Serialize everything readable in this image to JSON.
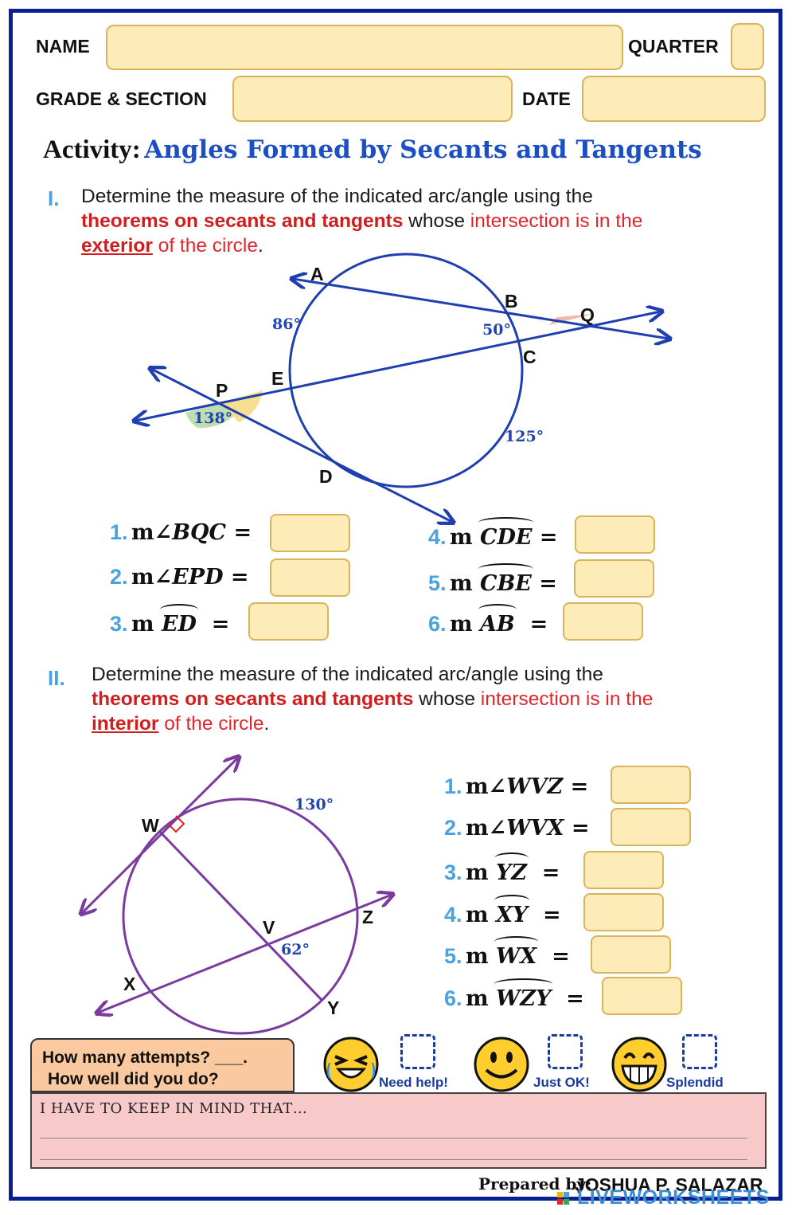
{
  "header": {
    "name_label": "NAME",
    "quarter_label": "QUARTER",
    "grade_label": "GRADE & SECTION",
    "date_label": "DATE"
  },
  "activity": {
    "prefix": "Activity:",
    "title": "Angles Formed by Secants and Tangents"
  },
  "part1": {
    "numeral": "I.",
    "line1": "Determine the measure of the indicated arc/angle using the",
    "theorems": "theorems on secants and tangents",
    "whose": " whose ",
    "where": "intersection is in the",
    "region": "exterior",
    "tail": " of the circle",
    "period": ".",
    "figure": {
      "points": [
        "A",
        "B",
        "Q",
        "C",
        "E",
        "P",
        "D"
      ],
      "measures": [
        "86°",
        "50°",
        "138°",
        "125°"
      ]
    },
    "questions": [
      {
        "num": "1.",
        "pre": "m∠",
        "var": "BQC",
        "eq": "=",
        "arc": false
      },
      {
        "num": "2.",
        "pre": "m∠",
        "var": "EPD",
        "eq": "=",
        "arc": false
      },
      {
        "num": "3.",
        "pre": "m",
        "var": "ED",
        "eq": "=",
        "arc": true
      },
      {
        "num": "4.",
        "pre": "m",
        "var": "CDE",
        "eq": "=",
        "arc": true
      },
      {
        "num": "5.",
        "pre": "m",
        "var": "CBE",
        "eq": "=",
        "arc": true
      },
      {
        "num": "6.",
        "pre": "m",
        "var": "AB",
        "eq": "=",
        "arc": true
      }
    ]
  },
  "part2": {
    "numeral": "II.",
    "line1": "Determine the measure of the indicated arc/angle using the",
    "theorems": "theorems on secants and tangents",
    "whose": " whose ",
    "where": "intersection is in the",
    "region": "interior",
    "tail": " of the circle",
    "period": ".",
    "figure": {
      "points": [
        "W",
        "V",
        "Z",
        "X",
        "Y"
      ],
      "measures": [
        "130°",
        "62°"
      ]
    },
    "questions": [
      {
        "num": "1.",
        "pre": "m∠",
        "var": "WVZ",
        "eq": "=",
        "arc": false
      },
      {
        "num": "2.",
        "pre": "m∠",
        "var": "WVX",
        "eq": "=",
        "arc": false
      },
      {
        "num": "3.",
        "pre": "m",
        "var": "YZ",
        "eq": "=",
        "arc": true
      },
      {
        "num": "4.",
        "pre": "m",
        "var": "XY",
        "eq": "=",
        "arc": true
      },
      {
        "num": "5.",
        "pre": "m",
        "var": "WX",
        "eq": "=",
        "arc": true
      },
      {
        "num": "6.",
        "pre": "m",
        "var": "WZY",
        "eq": "=",
        "arc": true
      }
    ]
  },
  "evaluation": {
    "attempts": "How many attempts? ___.",
    "how_well": "How well did you do?",
    "options": [
      "Need help!",
      "Just OK!",
      "Splendid"
    ],
    "notes_label": "I HAVE TO KEEP IN MIND THAT…"
  },
  "footer": {
    "prepared_by": "Prepared by:",
    "author": "JOSHUA P. SALAZAR",
    "watermark": "LIVEWORKSHEETS"
  },
  "colors": {
    "frame": "#0b1f8f",
    "field_fill": "#fdebb8",
    "title_blue": "#1d4fc4",
    "red": "#e0262b",
    "numeral_blue": "#4aa3de",
    "circle1": "#1f3fb0",
    "circle2": "#7a3aa0"
  }
}
